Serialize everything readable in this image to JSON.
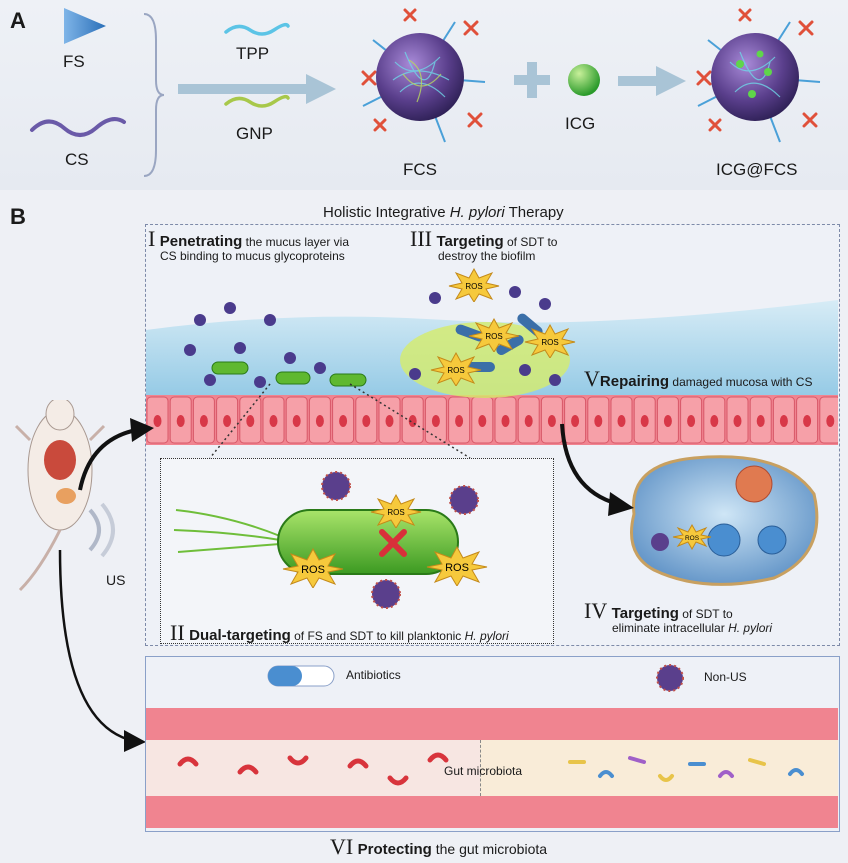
{
  "panel_a": {
    "letter": "A",
    "fs": "FS",
    "cs": "CS",
    "tpp": "TPP",
    "gnp": "GNP",
    "fcs": "FCS",
    "icg": "ICG",
    "icg_fcs": "ICG@FCS"
  },
  "panel_b": {
    "letter": "B",
    "title_pre": "Holistic Integrative ",
    "title_italic": "H. pylori",
    "title_post": " Therapy",
    "us": "US",
    "ros": "ROS",
    "step1": {
      "numeral": "I",
      "bold": "Penetrating",
      "rest1": " the mucus layer via",
      "rest2": "CS binding to mucus glycoproteins"
    },
    "step2": {
      "numeral": "II",
      "bold": "Dual-targeting",
      "rest": " of FS and SDT to kill planktonic ",
      "italic": "H. pylori"
    },
    "step3": {
      "numeral": "III",
      "bold": "Targeting",
      "rest1": " of SDT to",
      "rest2": "destroy the biofilm"
    },
    "step4": {
      "numeral": "IV",
      "bold": "Targeting",
      "rest1": " of SDT to",
      "rest2": "eliminate intracellular ",
      "italic": "H. pylori"
    },
    "step5": {
      "numeral": "V",
      "bold": "Repairing",
      "rest": " damaged mucosa with CS"
    },
    "step6": {
      "numeral": "VI",
      "bold": "Protecting",
      "rest": " the gut microbiota"
    },
    "antibiotics": "Antibiotics",
    "non_us": "Non-US",
    "gut_microbiota": "Gut microbiota"
  },
  "colors": {
    "nanoparticle": "#5a3f8c",
    "mucus": "#a8d4ec",
    "epithelium": "#e96070",
    "bacterium": "#5fb830",
    "ros_star": "#f6c93c",
    "microbe_red": "#d8343c"
  }
}
